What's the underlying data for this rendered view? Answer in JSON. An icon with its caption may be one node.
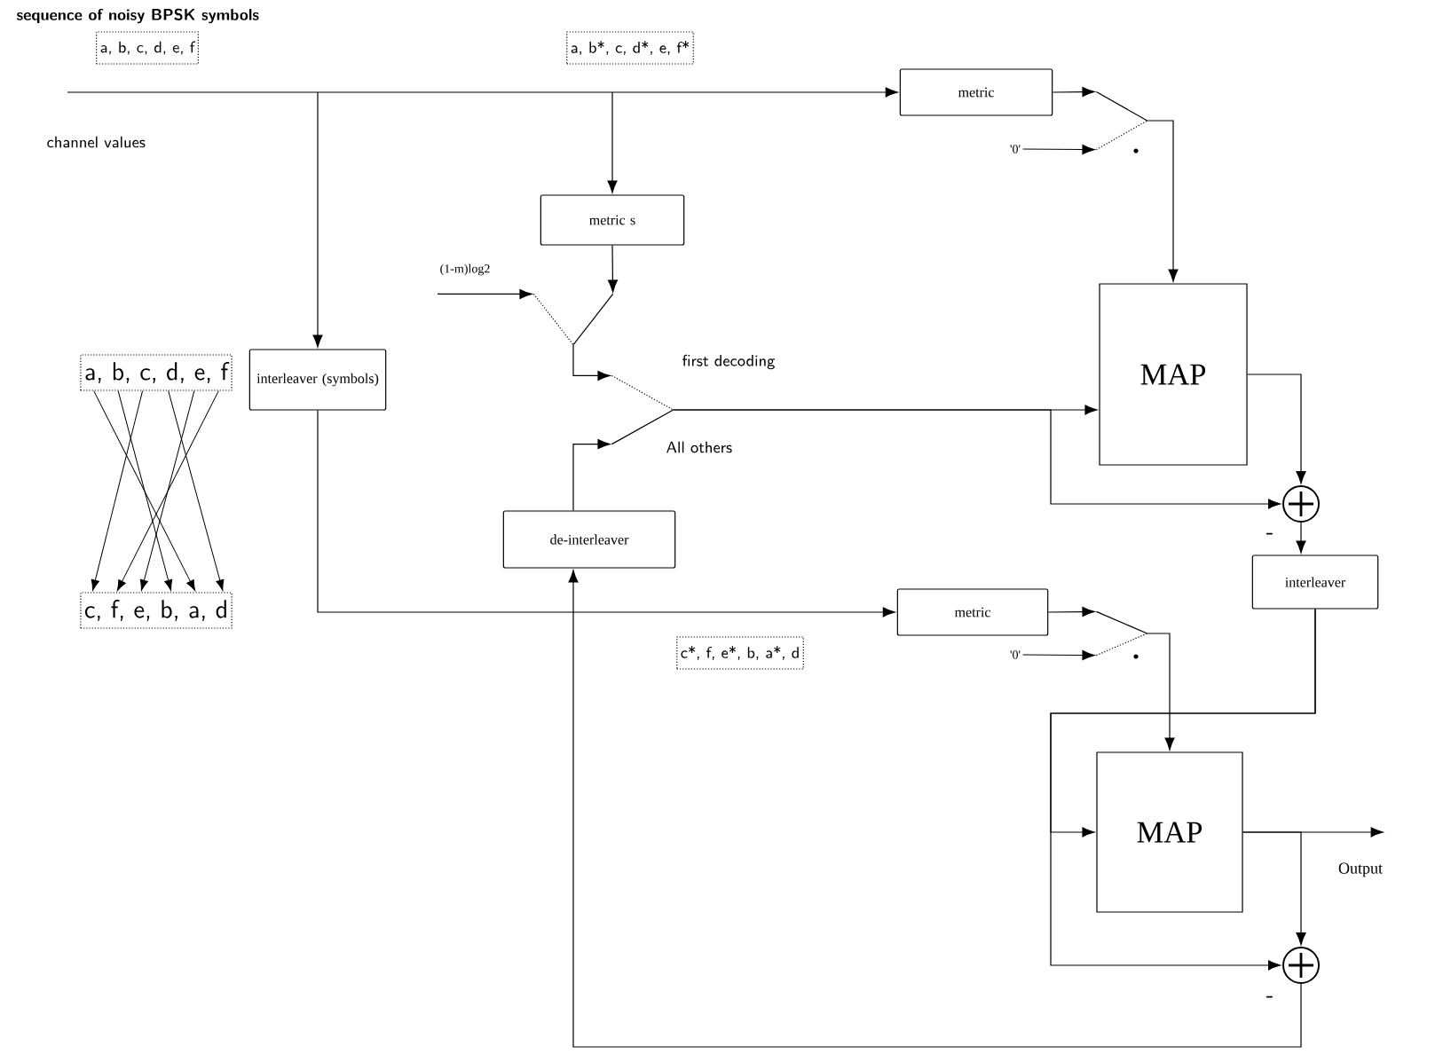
{
  "diagram": {
    "nodes": [
      {
        "text": [
          "a, b, c, d, e, f"
        ]
      },
      {
        "text": [
          "a, b*, c, d*, e, f*"
        ]
      },
      {
        "text": [
          "metric"
        ]
      },
      {
        "text": [
          "'0'"
        ]
      },
      {
        "text": [],
        "shape": "switch"
      },
      {
        "text": [
          "metric s"
        ]
      },
      {
        "text": [
          "(1-m)log2"
        ]
      },
      {
        "text": [],
        "shape": "switch"
      },
      {
        "text": [],
        "shape": "switch",
        "beside": [
          "first decoding",
          "All others"
        ]
      },
      {
        "text": [
          "MAP"
        ]
      },
      {
        "text": [],
        "shape": "circle",
        "beside": [
          "-"
        ]
      },
      {
        "text": [
          "interleaver (symbols)"
        ]
      },
      {
        "text": [
          "de-interleaver"
        ]
      },
      {
        "text": [
          "a, b, c, d, e, f"
        ]
      },
      {
        "text": [
          "c, f, e, b, a, d"
        ]
      },
      {
        "text": [
          "metric"
        ]
      },
      {
        "text": [
          "'0'"
        ]
      },
      {
        "text": [],
        "shape": "switch"
      },
      {
        "text": [
          "interleaver"
        ]
      },
      {
        "text": [
          "c*, f, e*, b, a*, d"
        ]
      },
      {
        "text": [
          "MAP"
        ]
      },
      {
        "text": [],
        "shape": "circle",
        "beside": [
          "-"
        ]
      }
    ],
    "edges": [
      {
        "from": null,
        "to": 2,
        "arrow": "to"
      },
      {
        "from": null,
        "to": 11,
        "arrow": "to"
      },
      {
        "from": null,
        "to": 5,
        "arrow": "to"
      },
      {
        "from": 2,
        "to": 4,
        "arrow": "to"
      },
      {
        "from": 3,
        "to": 4,
        "arrow": "to"
      },
      {
        "from": 4,
        "to": 9,
        "arrow": "to"
      },
      {
        "from": 5,
        "to": 7,
        "arrow": "to"
      },
      {
        "from": 6,
        "to": 7,
        "arrow": "to"
      },
      {
        "from": 7,
        "to": 8,
        "arrow": "to"
      },
      {
        "from": 12,
        "to": 8,
        "arrow": "to"
      },
      {
        "from": 8,
        "to": 9,
        "arrow": "to"
      },
      {
        "from": 8,
        "to": 10,
        "arrow": "to"
      },
      {
        "from": 9,
        "to": 10,
        "arrow": "to"
      },
      {
        "from": 10,
        "to": 18,
        "arrow": "to"
      },
      {
        "from": 11,
        "to": 15,
        "arrow": "to"
      },
      {
        "from": 15,
        "to": 17,
        "arrow": "to"
      },
      {
        "from": 16,
        "to": 17,
        "arrow": "to"
      },
      {
        "from": 17,
        "to": 20,
        "arrow": "to"
      },
      {
        "from": 18,
        "to": 20,
        "arrow": "to"
      },
      {
        "from": 18,
        "to": 21,
        "arrow": "to"
      },
      {
        "from": 20,
        "to": 21,
        "arrow": "to"
      },
      {
        "from": 20,
        "to": null,
        "arrow": "to",
        "label": "Output"
      },
      {
        "from": 21,
        "to": 12,
        "arrow": "to"
      },
      {
        "from": 13,
        "to": 14,
        "arrow": "to"
      },
      {
        "from": 13,
        "to": 14,
        "arrow": "to"
      },
      {
        "from": 13,
        "to": 14,
        "arrow": "to"
      },
      {
        "from": 13,
        "to": 14,
        "arrow": "to"
      },
      {
        "from": 13,
        "to": 14,
        "arrow": "to"
      },
      {
        "from": 13,
        "to": 14,
        "arrow": "to"
      }
    ],
    "labels": [
      "sequence of noisy BPSK symbols",
      "channel values"
    ]
  }
}
